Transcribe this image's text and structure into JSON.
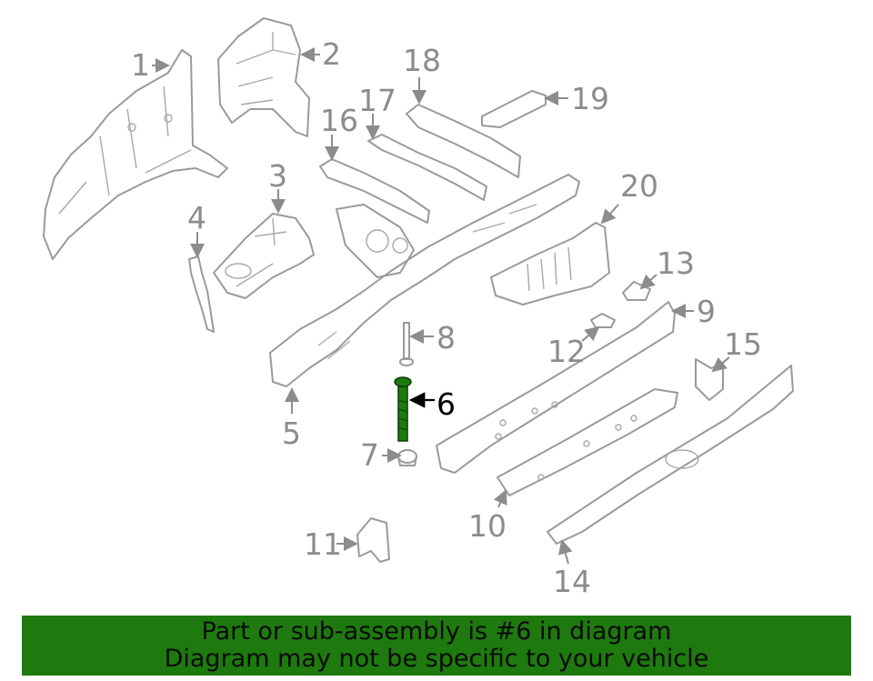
{
  "banner": {
    "line1": "Part or sub-assembly is #6 in diagram",
    "line2": "Diagram may not be specific to your vehicle",
    "background": "#1e7a0e"
  },
  "colors": {
    "highlight_part": "#1e7a0e",
    "line_art": "#9a9a9a"
  },
  "callouts": {
    "c1": "1",
    "c2": "2",
    "c3": "3",
    "c4": "4",
    "c5": "5",
    "c6": "6",
    "c7": "7",
    "c8": "8",
    "c9": "9",
    "c10": "10",
    "c11": "11",
    "c12": "12",
    "c13": "13",
    "c14": "14",
    "c15": "15",
    "c16": "16",
    "c17": "17",
    "c18": "18",
    "c19": "19",
    "c20": "20"
  },
  "highlighted_callout": "6"
}
